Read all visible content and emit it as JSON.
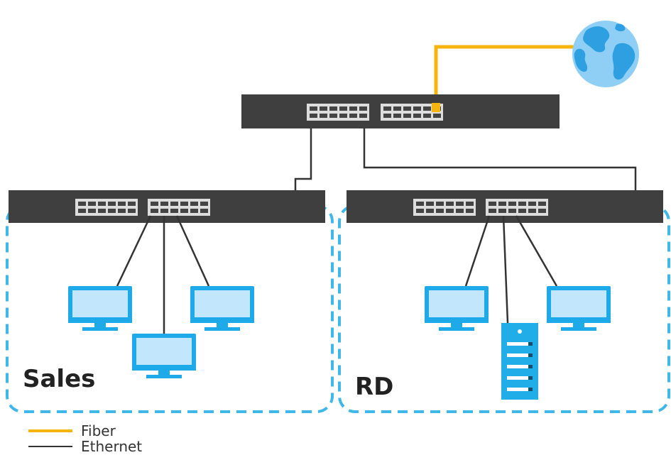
{
  "diagram": {
    "groups": {
      "sales": {
        "label": "Sales"
      },
      "rd": {
        "label": "RD"
      }
    },
    "legend": [
      {
        "label": "Fiber",
        "color": "#F5B40E"
      },
      {
        "label": "Ethernet",
        "color": "#333333"
      }
    ]
  },
  "colors": {
    "switch_body": "#3F3F3F",
    "port": "#DDDDDD",
    "fiber": "#F5B40E",
    "ethernet": "#333333",
    "dashed_border": "#3FB7E8",
    "globe_ocean": "#8FCFF5",
    "globe_land": "#2E9FE0",
    "monitor_frame": "#1EAAE8",
    "monitor_screen": "#C2E6FB",
    "server_body": "#21ADE8"
  }
}
